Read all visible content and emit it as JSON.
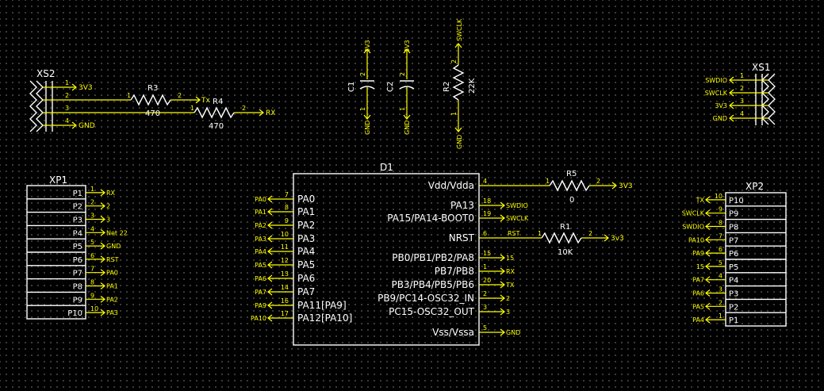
{
  "colors": {
    "background": "#000000",
    "wire": "#ffff00",
    "body": "#ffffff",
    "label": "#ffffff",
    "grid": "#4a4a4a"
  },
  "xs2": {
    "ref": "XS2",
    "pins": [
      {
        "num": "1",
        "net": "3V3"
      },
      {
        "num": "2",
        "net": ""
      },
      {
        "num": "3",
        "net": ""
      },
      {
        "num": "4",
        "net": "GND"
      }
    ]
  },
  "r3": {
    "ref": "R3",
    "value": "470",
    "pin1": "1",
    "pin2": "2",
    "net": "Tx"
  },
  "r4": {
    "ref": "R4",
    "value": "470",
    "pin1": "1",
    "pin2": "2",
    "net": "RX"
  },
  "c1": {
    "ref": "C1",
    "pin2": "2",
    "pin1": "1",
    "top_net": "3V3",
    "bottom_net": "GND"
  },
  "c2": {
    "ref": "C2",
    "pin2": "2",
    "pin1": "1",
    "top_net": "3V3",
    "bottom_net": "GND"
  },
  "r2": {
    "ref": "R2",
    "value": "22K",
    "pin2": "2",
    "pin1": "1",
    "top_net": "SWCLK",
    "bottom_net": "GND"
  },
  "xs1": {
    "ref": "XS1",
    "pins": [
      {
        "num": "1",
        "net": "SWDIO"
      },
      {
        "num": "2",
        "net": "SWCLK"
      },
      {
        "num": "3",
        "net": "3V3"
      },
      {
        "num": "4",
        "net": "GND"
      }
    ]
  },
  "xp1": {
    "ref": "XP1",
    "pins": [
      {
        "label": "P1",
        "num": "1",
        "net": "RX"
      },
      {
        "label": "P2",
        "num": "2",
        "net": "2"
      },
      {
        "label": "P3",
        "num": "3",
        "net": "3"
      },
      {
        "label": "P4",
        "num": "4",
        "net": "Net 22"
      },
      {
        "label": "P5",
        "num": "5",
        "net": "GND"
      },
      {
        "label": "P6",
        "num": "6",
        "net": "RST"
      },
      {
        "label": "P7",
        "num": "7",
        "net": "PA0"
      },
      {
        "label": "P8",
        "num": "8",
        "net": "PA1"
      },
      {
        "label": "P9",
        "num": "9",
        "net": "PA2"
      },
      {
        "label": "P10",
        "num": "10",
        "net": "PA3"
      }
    ]
  },
  "d1": {
    "ref": "D1",
    "left_pins": [
      {
        "name": "PA0",
        "num": "7",
        "net": "PA0"
      },
      {
        "name": "PA1",
        "num": "8",
        "net": "PA1"
      },
      {
        "name": "PA2",
        "num": "9",
        "net": "PA2"
      },
      {
        "name": "PA3",
        "num": "10",
        "net": "PA3"
      },
      {
        "name": "PA4",
        "num": "11",
        "net": "PA4"
      },
      {
        "name": "PA5",
        "num": "12",
        "net": "PA5"
      },
      {
        "name": "PA6",
        "num": "13",
        "net": "PA6"
      },
      {
        "name": "PA7",
        "num": "14",
        "net": "PA7"
      },
      {
        "name": "PA11[PA9]",
        "num": "16",
        "net": "PA9"
      },
      {
        "name": "PA12[PA10]",
        "num": "17",
        "net": "PA10"
      }
    ],
    "right_pins": [
      {
        "name": "Vdd/Vdda",
        "num": "4",
        "net": ""
      },
      {
        "name": "PA13",
        "num": "18",
        "net": "SWDIO"
      },
      {
        "name": "PA15/PA14-BOOT0",
        "num": "19",
        "net": "SWCLK"
      },
      {
        "name": "NRST",
        "num": "6",
        "net": "RST"
      },
      {
        "name": "PB0/PB1/PB2/PA8",
        "num": "15",
        "net": "15"
      },
      {
        "name": "PB7/PB8",
        "num": "1",
        "net": "RX"
      },
      {
        "name": "PB3/PB4/PB5/PB6",
        "num": "20",
        "net": "TX"
      },
      {
        "name": "PB9/PC14-OSC32_IN",
        "num": "2",
        "net": "2"
      },
      {
        "name": "PC15-OSC32_OUT",
        "num": "3",
        "net": "3"
      },
      {
        "name": "Vss/Vssa",
        "num": "5",
        "net": "GND"
      }
    ]
  },
  "r5": {
    "ref": "R5",
    "value": "0",
    "pin1": "1",
    "pin2": "2",
    "net": "3V3"
  },
  "r1": {
    "ref": "R1",
    "value": "10K",
    "pin1": "1",
    "pin2": "2",
    "net": "3v3"
  },
  "xp2": {
    "ref": "XP2",
    "pins": [
      {
        "label": "P10",
        "num": "10",
        "net": "TX"
      },
      {
        "label": "P9",
        "num": "9",
        "net": "SWCLK"
      },
      {
        "label": "P8",
        "num": "8",
        "net": "SWDIO"
      },
      {
        "label": "P7",
        "num": "7",
        "net": "PA10"
      },
      {
        "label": "P6",
        "num": "6",
        "net": "PA9"
      },
      {
        "label": "P5",
        "num": "5",
        "net": "15"
      },
      {
        "label": "P4",
        "num": "4",
        "net": "PA7"
      },
      {
        "label": "P3",
        "num": "3",
        "net": "PA6"
      },
      {
        "label": "P2",
        "num": "2",
        "net": "PA5"
      },
      {
        "label": "P1",
        "num": "1",
        "net": "PA4"
      }
    ]
  }
}
